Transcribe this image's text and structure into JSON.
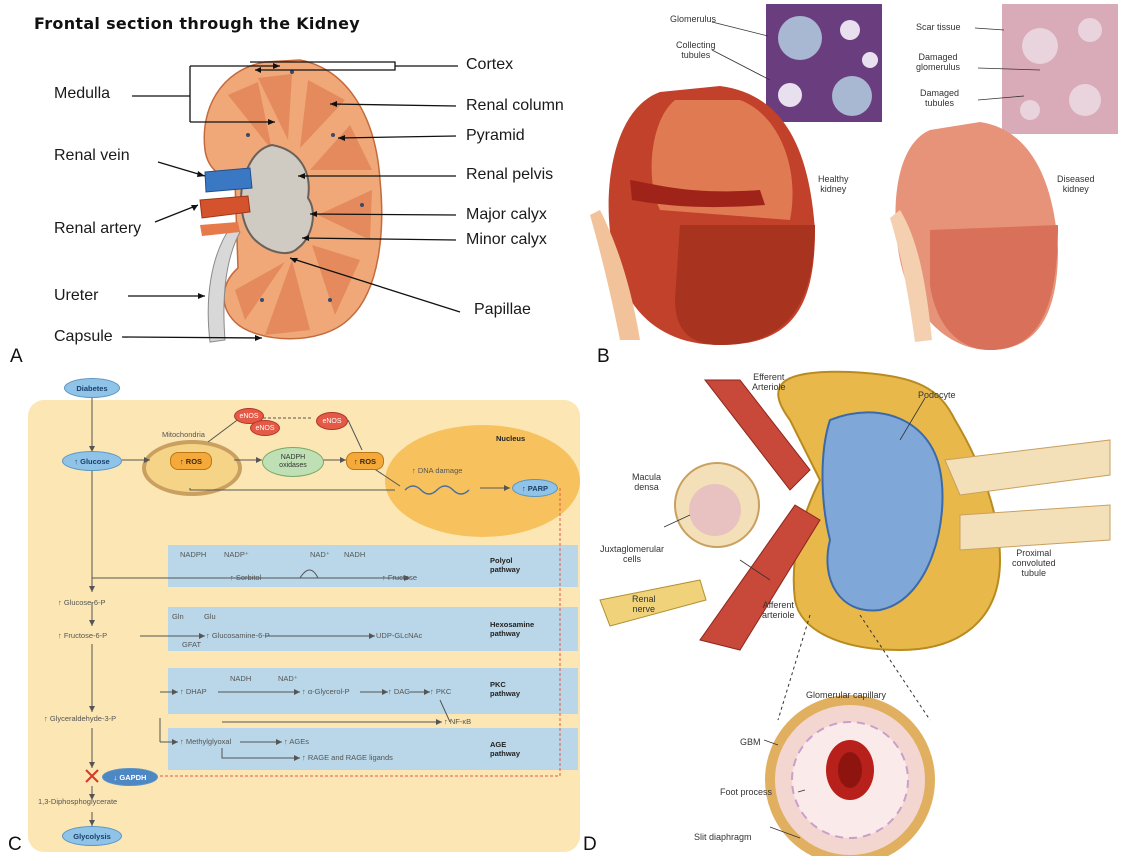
{
  "panelA": {
    "title": "Frontal section through the Kidney",
    "letter": "A",
    "labels": {
      "medulla": "Medulla",
      "renal_vein": "Renal vein",
      "renal_artery": "Renal artery",
      "ureter": "Ureter",
      "capsule": "Capsule",
      "cortex": "Cortex",
      "renal_column": "Renal column",
      "pyramid": "Pyramid",
      "renal_pelvis": "Renal pelvis",
      "major_calyx": "Major calyx",
      "minor_calyx": "Minor calyx",
      "papillae": "Papillae"
    }
  },
  "panelB": {
    "letter": "B",
    "labels": {
      "glomerulus": "Glomerulus",
      "collecting_tubules": "Collecting\ntubules",
      "healthy_kidney": "Healthy\nkidney",
      "scar_tissue": "Scar tissue",
      "damaged_glomerulus": "Damaged\nglomerulus",
      "damaged_tubules": "Damaged\ntubules",
      "diseased_kidney": "Diseased\nkidney"
    }
  },
  "panelC": {
    "letter": "C",
    "nodes": {
      "diabetes": "Diabetes",
      "glucose": "↑ Glucose",
      "mitochondria": "Mitochondria",
      "ros_mito": "↑ ROS",
      "enos_a": "eNOS",
      "enos_b": "eNOS",
      "enos_c": "eNOS",
      "nadph_oxidases": "NADPH\noxidases",
      "ros": "↑ ROS",
      "nucleus": "Nucleus",
      "dna_damage": "↑ DNA damage",
      "parp": "↑ PARP",
      "polyol_nadph": "NADPH",
      "polyol_nadp": "NADP⁺",
      "polyol_nad": "NAD⁺",
      "polyol_nadh": "NADH",
      "sorbitol": "↑ Sorbitol",
      "fructose": "↑ Fructose",
      "polyol_pathway": "Polyol\npathway",
      "glucose6p": "↑ Glucose-6-P",
      "gln": "Gln",
      "glu": "Glu",
      "gfat": "GFAT",
      "fructose6p": "↑ Fructose-6-P",
      "glucosamine6p": "↑ Glucosamine-6-P",
      "udp_glcnac": "UDP-GLcNAc",
      "hexosamine_pathway": "Hexosamine\npathway",
      "pkc_nadh": "NADH",
      "pkc_nad": "NAD⁺",
      "dhap": "↑ DHAP",
      "glycerol3p": "↑ α-Glycerol-P",
      "dag": "↑ DAG",
      "pkc": "↑ PKC",
      "pkc_pathway": "PKC\npathway",
      "glyceraldehyde3p": "↑ Glyceraldehyde-3-P",
      "nfkb": "↑ NF-κB",
      "methylglyoxal": "↑ Methylglyoxal",
      "ages": "↑ AGEs",
      "rage": "↑ RAGE and RAGE ligands",
      "age_pathway": "AGE\npathway",
      "gapdh": "↓ GAPDH",
      "diphosphoglycerate": "1,3-Diphosphoglycerate",
      "glycolysis": "Glycolysis"
    }
  },
  "panelD": {
    "letter": "D",
    "labels": {
      "efferent_arteriole": "Efferent\nArteriole",
      "podocyte": "Podocyte",
      "macula_densa": "Macula\ndensa",
      "juxtaglomerular_cells": "Juxtaglomerular\ncells",
      "renal_nerve": "Renal\nnerve",
      "afferent_arteriole": "Afferent\narteriole",
      "proximal_convoluted_tubule": "Proximal\nconvoluted\ntubule",
      "glomerular_capillary": "Glomerular capillary",
      "gbm": "GBM",
      "foot_process": "Foot process",
      "slit_diaphragm": "Slit diaphragm"
    }
  },
  "colors": {
    "kidney_cortex": "#f0a878",
    "kidney_pyramid": "#e48a5c",
    "renal_vein": "#3a78c4",
    "renal_artery": "#d4522c",
    "panel_c_background": "#fbe6b4",
    "pathway_band": "#b9d7e8",
    "node_blue": "#8fc3e8",
    "node_red": "#e45a46",
    "kidney_healthy": "#c2412a",
    "kidney_diseased": "#d9705a"
  }
}
